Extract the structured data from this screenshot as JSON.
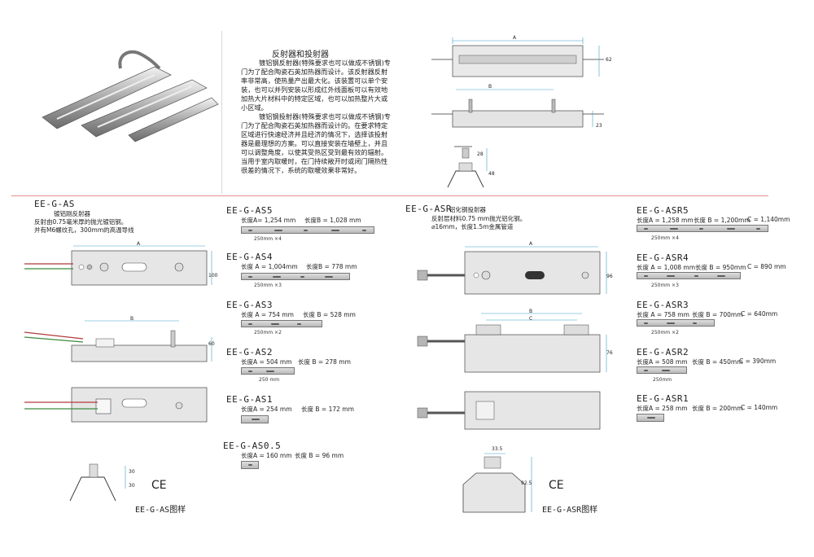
{
  "intro": {
    "heading": "反射器和投射器",
    "para1": "镀铝钢反射器(特殊要求也可以做成不锈钢)专门为了配合陶瓷石英加热器而设计。该反射器反射率非常高，使热量产出最大化。该装置可以单个安装，也可以并列安装以形成红外线面板可以有效地加热大片材料中的特定区域，也可以加热整片大或小区域。",
    "para2": "镀铝钢投射器(特殊要求也可以做成不锈钢)专门为了配合陶瓷石英加热器而设计的。在要求特定区域进行快速经济并且经济的情况下，选择该投射器是最理想的方案。可以直接安装在墙壁上，并且可以调整角度，以使其受热区受到最有效的辐射。当用于室内取暖时，在门持续敞开时或闭门隔热性很差的情况下，系统的取暖效果非常好。"
  },
  "top_dims": {
    "a": "A",
    "b": "B",
    "h62": "62",
    "h23": "23",
    "h28": "28",
    "h48": "48"
  },
  "as_section": {
    "title": "EE-G-AS",
    "subtitle": "镀铝刚反射器",
    "desc1": "反射由0.75毫米厚的抛光镀铝钢。",
    "desc2": "并有M6螺纹孔，300mm的高温导线",
    "dim_a": "A",
    "dim_b": "B",
    "dim_100": "100",
    "dim_60": "60",
    "dim_30a": "30",
    "dim_30b": "30",
    "caption": "EE-G-AS图样",
    "ce": "CE"
  },
  "as_models": [
    {
      "name": "EE-G-AS5",
      "spec_a": "长度A= 1,254 mm",
      "spec_b": "长度B = 1,028 mm",
      "pitch": "250mm ×4"
    },
    {
      "name": "EE-G-AS4",
      "spec_a": "长度 A = 1,004mm",
      "spec_b": "长度B = 778 mm",
      "pitch": "250mm ×3"
    },
    {
      "name": "EE-G-AS3",
      "spec_a": "长度 A = 754 mm",
      "spec_b": "长度 B = 528 mm",
      "pitch": "250mm ×2"
    },
    {
      "name": "EE-G-AS2",
      "spec_a": "长度A = 504 mm",
      "spec_b": "长度 B = 278 mm",
      "pitch": "250 mm"
    },
    {
      "name": "EE-G-AS1",
      "spec_a": "长度A = 254 mm",
      "spec_b": "长度 B = 172 mm",
      "pitch": ""
    },
    {
      "name": "EE-G-AS0.5",
      "spec_a": "长度A = 160 mm",
      "spec_b": "长度 B = 96 mm",
      "pitch": ""
    }
  ],
  "asr_section": {
    "title": "EE-G-ASR",
    "subtitle": "铝化钢投射器",
    "desc1": "反射层材料0.75 mm抛光铝化钢。",
    "desc2": "⌀16mm，长度1.5m金属管道",
    "dim_a": "A",
    "dim_b": "B",
    "dim_c": "C",
    "dim_96": "96",
    "dim_76": "76",
    "dim_335": "33.5",
    "dim_925": "92.5",
    "caption": "EE-G-ASR图样",
    "ce": "CE"
  },
  "asr_models": [
    {
      "name": "EE-G-ASR5",
      "spec_a": "长度A = 1,258 mm",
      "spec_b": "长度 B = 1,200mm",
      "spec_c": "C = 1,140mm",
      "pitch": "250mm ×4"
    },
    {
      "name": "EE-G-ASR4",
      "spec_a": "长度 A = 1,008 mm",
      "spec_b": "长度 B = 950mm",
      "spec_c": "C = 890 mm",
      "pitch": "250mm ×3"
    },
    {
      "name": "EE-G-ASR3",
      "spec_a": "长度 A = 758 mm",
      "spec_b": "长度 B = 700mm",
      "spec_c": "C = 640mm",
      "pitch": "250mm ×2"
    },
    {
      "name": "EE-G-ASR2",
      "spec_a": "长度A = 508 mm",
      "spec_b": "长度 B = 450mm",
      "spec_c": "C = 390mm",
      "pitch": "250mm"
    },
    {
      "name": "EE-G-ASR1",
      "spec_a": "长度A = 258 mm",
      "spec_b": "长度 B = 200mm",
      "spec_c": "C = 140mm",
      "pitch": ""
    }
  ]
}
